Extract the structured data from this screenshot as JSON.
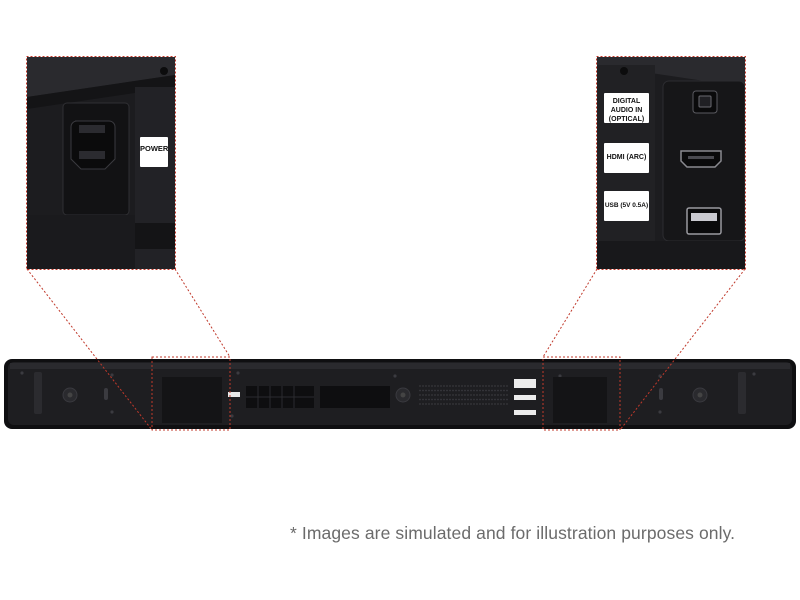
{
  "labels": {
    "power": "POWER",
    "optical_line1": "DIGITAL AUDIO IN",
    "optical_line2": "(OPTICAL)",
    "hdmi": "HDMI (ARC)",
    "usb": "USB (5V 0.5A)"
  },
  "caption": "* Images are simulated and for illustration purposes only.",
  "colors": {
    "background": "#ffffff",
    "soundbar_body": "#1a1a1c",
    "callout_line": "#c0392b",
    "caption_text": "#6b6b6b"
  }
}
